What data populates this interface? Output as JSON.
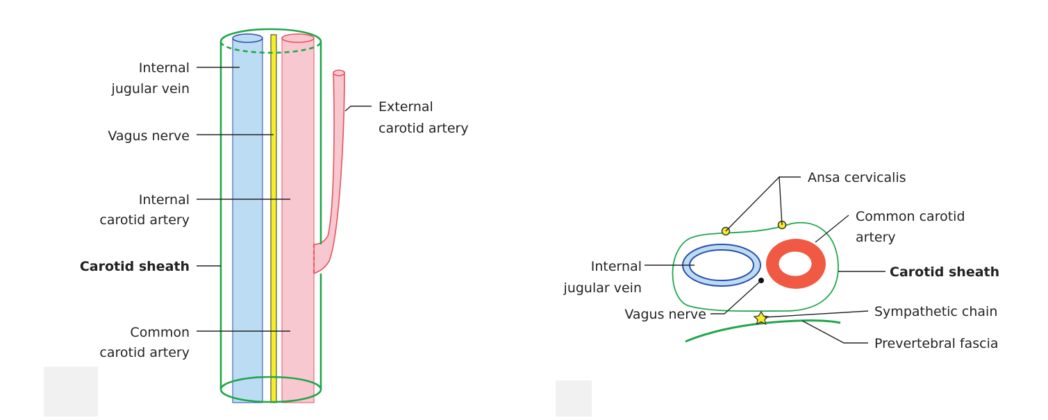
{
  "colors": {
    "sheath": "#1fa64a",
    "vein_fill": "#bcdcf4",
    "vein_edge": "#2a4ea8",
    "artery_fill": "#f8c8d0",
    "artery_edge": "#e8505c",
    "artery_ring": "#f05a45",
    "nerve_fill": "#f4ef28",
    "node_fill": "#f7ec2a",
    "text": "#222222",
    "placeholder": "#f1f1f1"
  },
  "longitudinal": {
    "labels": {
      "ijv_line1": "Internal",
      "ijv_line2": "jugular vein",
      "vagus": "Vagus nerve",
      "ica_line1": "Internal",
      "ica_line2": "carotid artery",
      "sheath": "Carotid sheath",
      "cca_line1": "Common",
      "cca_line2": "carotid artery",
      "eca_line1": "External",
      "eca_line2": "carotid artery"
    }
  },
  "cross_section": {
    "labels": {
      "ansa": "Ansa cervicalis",
      "cca_line1": "Common carotid",
      "cca_line2": "artery",
      "sheath": "Carotid sheath",
      "ijv_line1": "Internal",
      "ijv_line2": "jugular vein",
      "vagus": "Vagus nerve",
      "sympathetic": "Sympathetic chain",
      "prevertebral": "Prevertebral fascia"
    }
  }
}
